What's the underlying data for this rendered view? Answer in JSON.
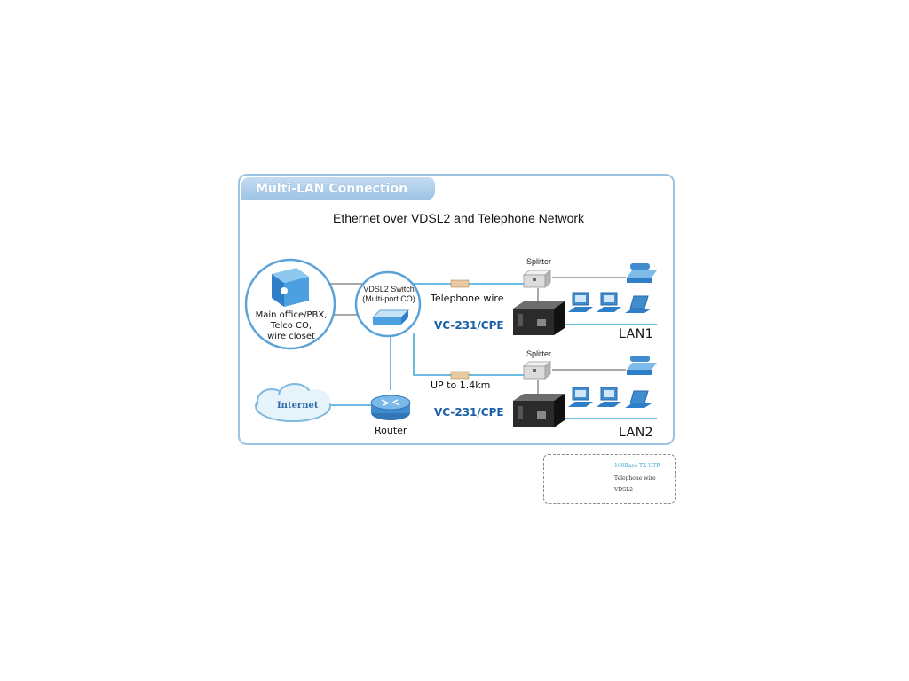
{
  "tab_title": "Multi-LAN Connection",
  "diagram_title": "Ethernet over VDSL2 and Telephone Network",
  "nodes": {
    "main_office": "Main office/PBX,\nTelco CO,\nwire closet",
    "switch": "VDSL2 Switch\n(Multi-port CO)",
    "internet": "Internet",
    "router": "Router",
    "splitter_1": "Splitter",
    "splitter_2": "Splitter",
    "cpe_1": "VC-231/CPE",
    "cpe_2": "VC-231/CPE"
  },
  "links": {
    "upper": "Telephone wire",
    "lower": "UP to 1.4km",
    "vdsl_tag": "VDSL2"
  },
  "networks": {
    "lan1": "LAN1",
    "lan2": "LAN2"
  },
  "legend": [
    {
      "label": "100Base TX UTP",
      "color": "#3aa6d6",
      "style": "solid"
    },
    {
      "label": "Telephone wire",
      "color": "#888888",
      "style": "solid"
    },
    {
      "label": "VDSL2",
      "color": "#3aa6d6",
      "style": "tagged"
    }
  ],
  "colors": {
    "utp": "#3aa6d6",
    "phone": "#8c8c8c",
    "accent": "#1a5fa8",
    "panel_border": "#9cc3e3"
  }
}
